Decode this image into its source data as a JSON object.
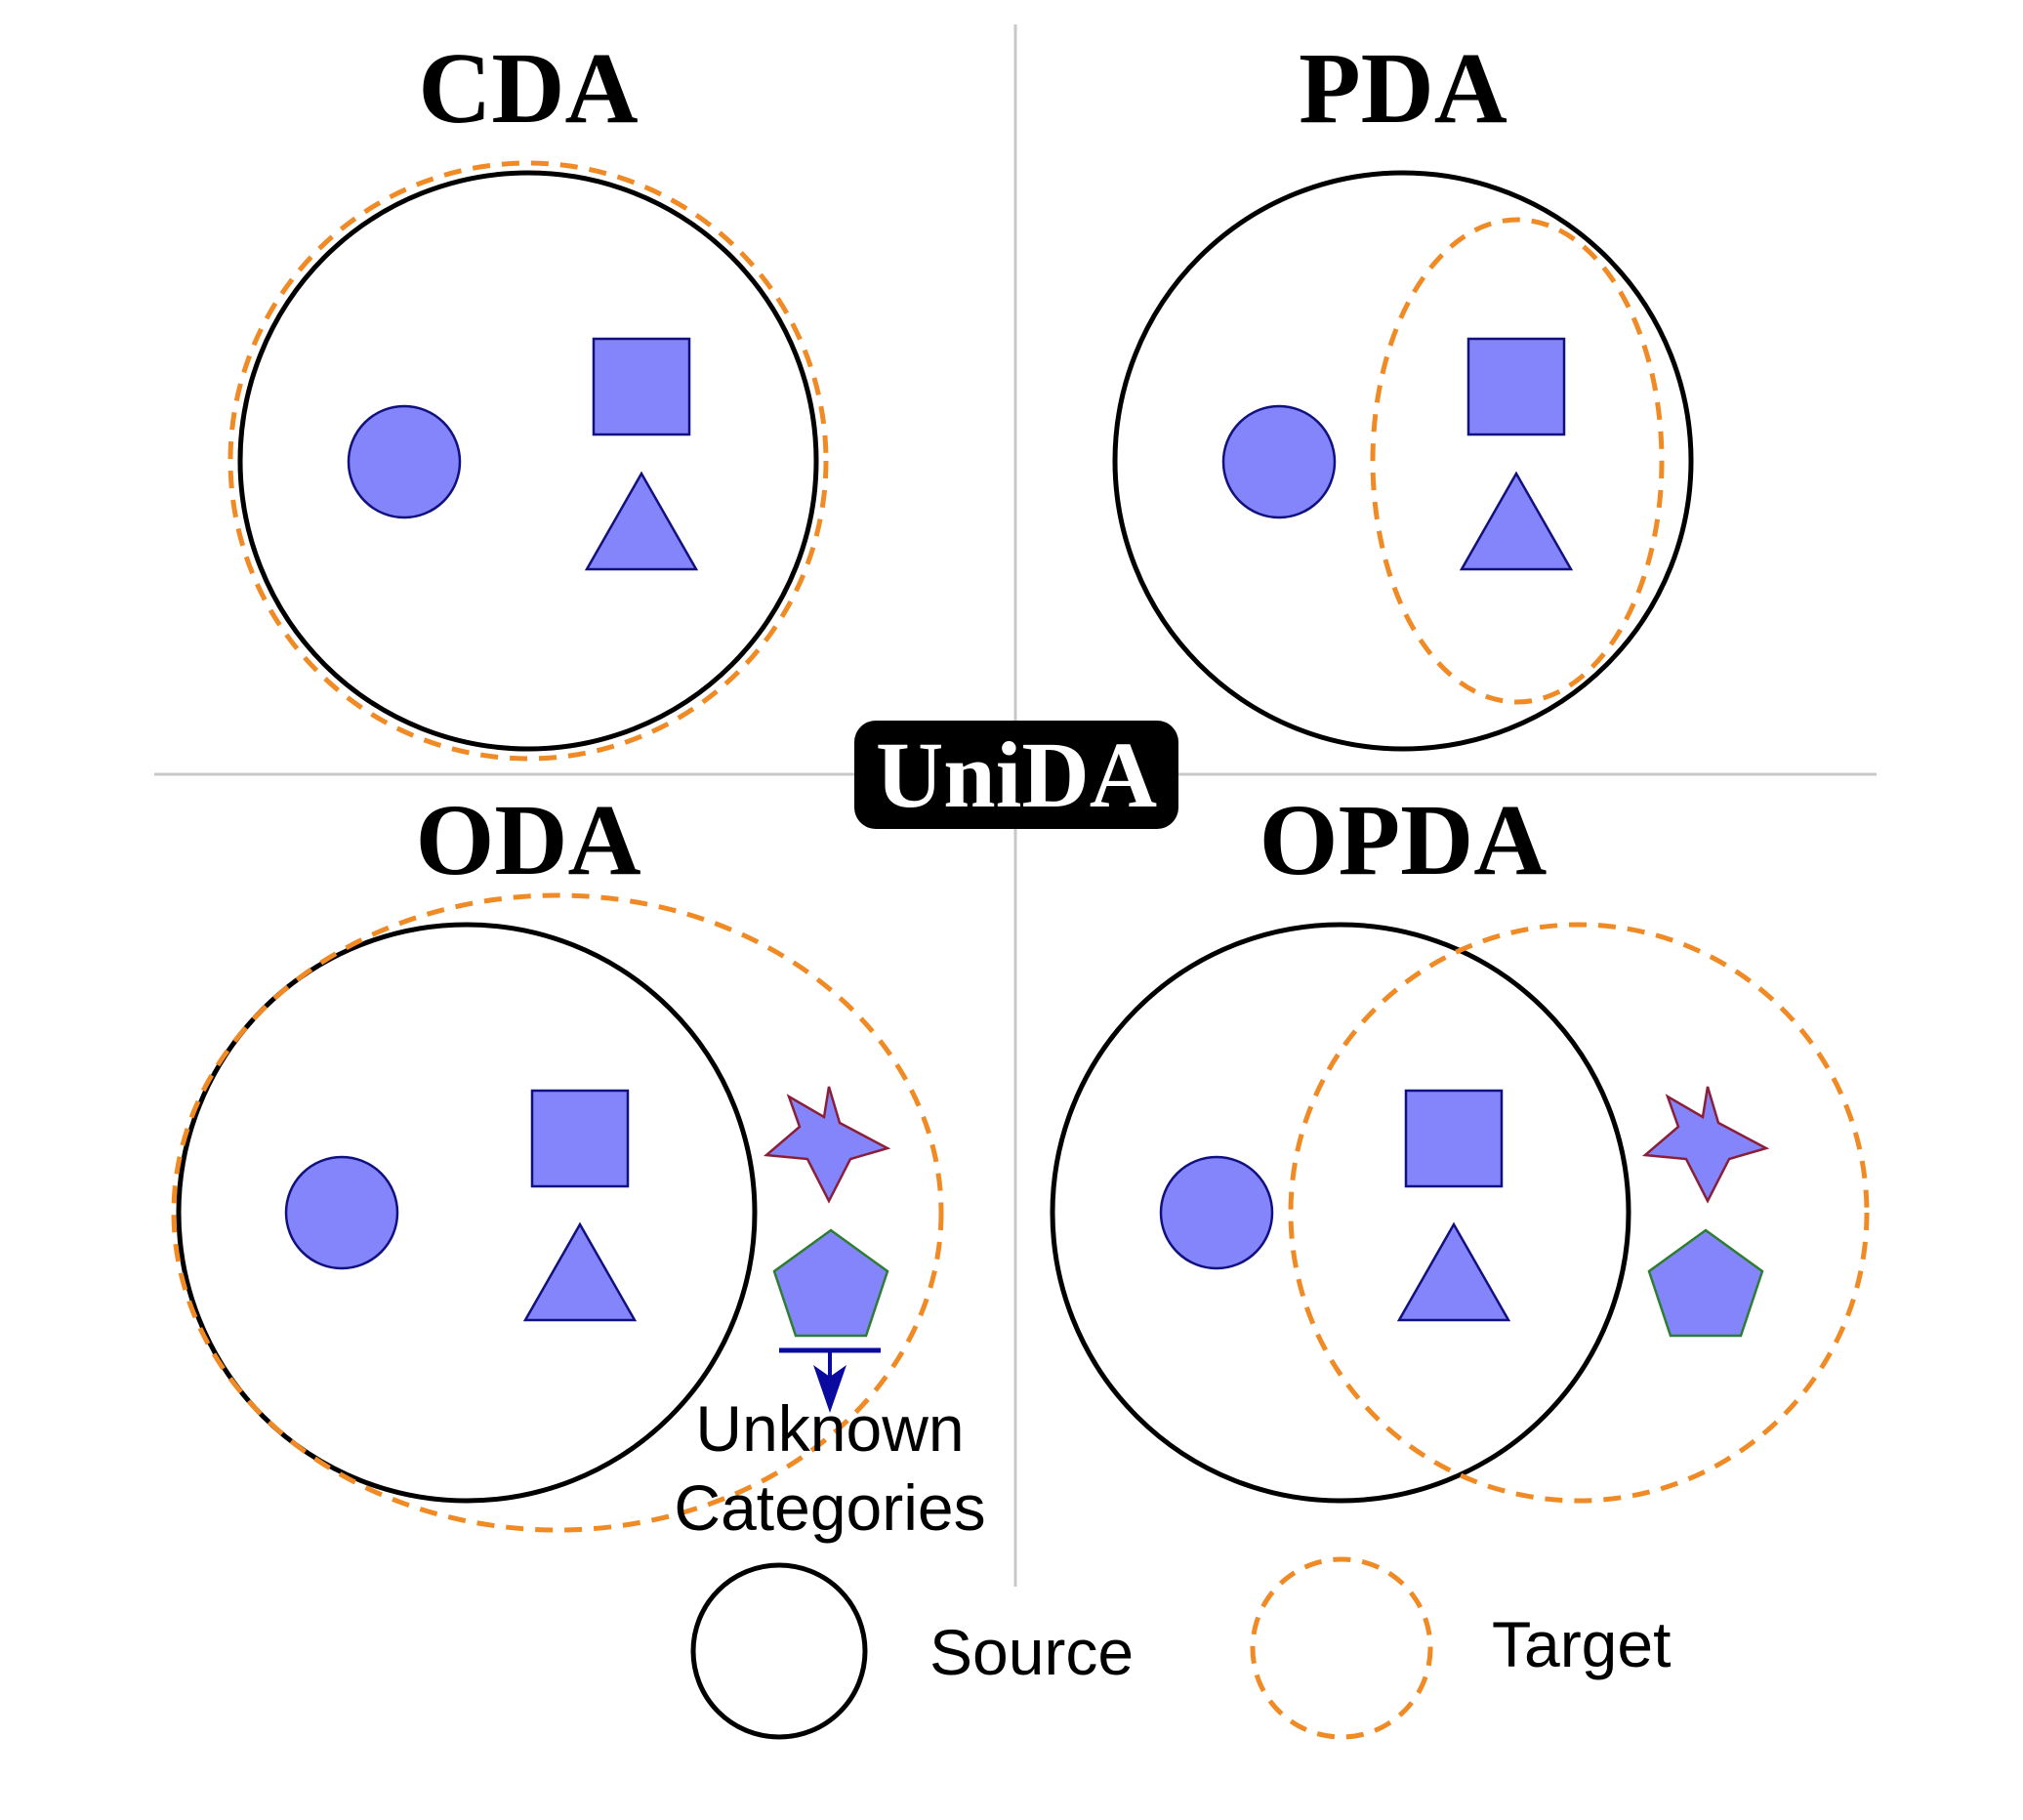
{
  "quadrants": {
    "cda": {
      "title": "CDA"
    },
    "pda": {
      "title": "PDA"
    },
    "oda": {
      "title": "ODA"
    },
    "opda": {
      "title": "OPDA"
    }
  },
  "center_badge": {
    "label": "UniDA"
  },
  "annotation": {
    "line1": "Unknown",
    "line2": "Categories"
  },
  "legend": {
    "source_label": "Source",
    "target_label": "Target"
  },
  "colors": {
    "source_stroke": "#000000",
    "target_stroke": "#f08a24",
    "known_fill": "#8585fb",
    "known_stroke": "#10107f",
    "star_stroke": "#8a1f3a",
    "pentagon_stroke": "#2e7d32",
    "divider": "#c8c8c8",
    "badge_bg": "#000000",
    "badge_text": "#ffffff",
    "arrow": "#0a0aa0"
  }
}
